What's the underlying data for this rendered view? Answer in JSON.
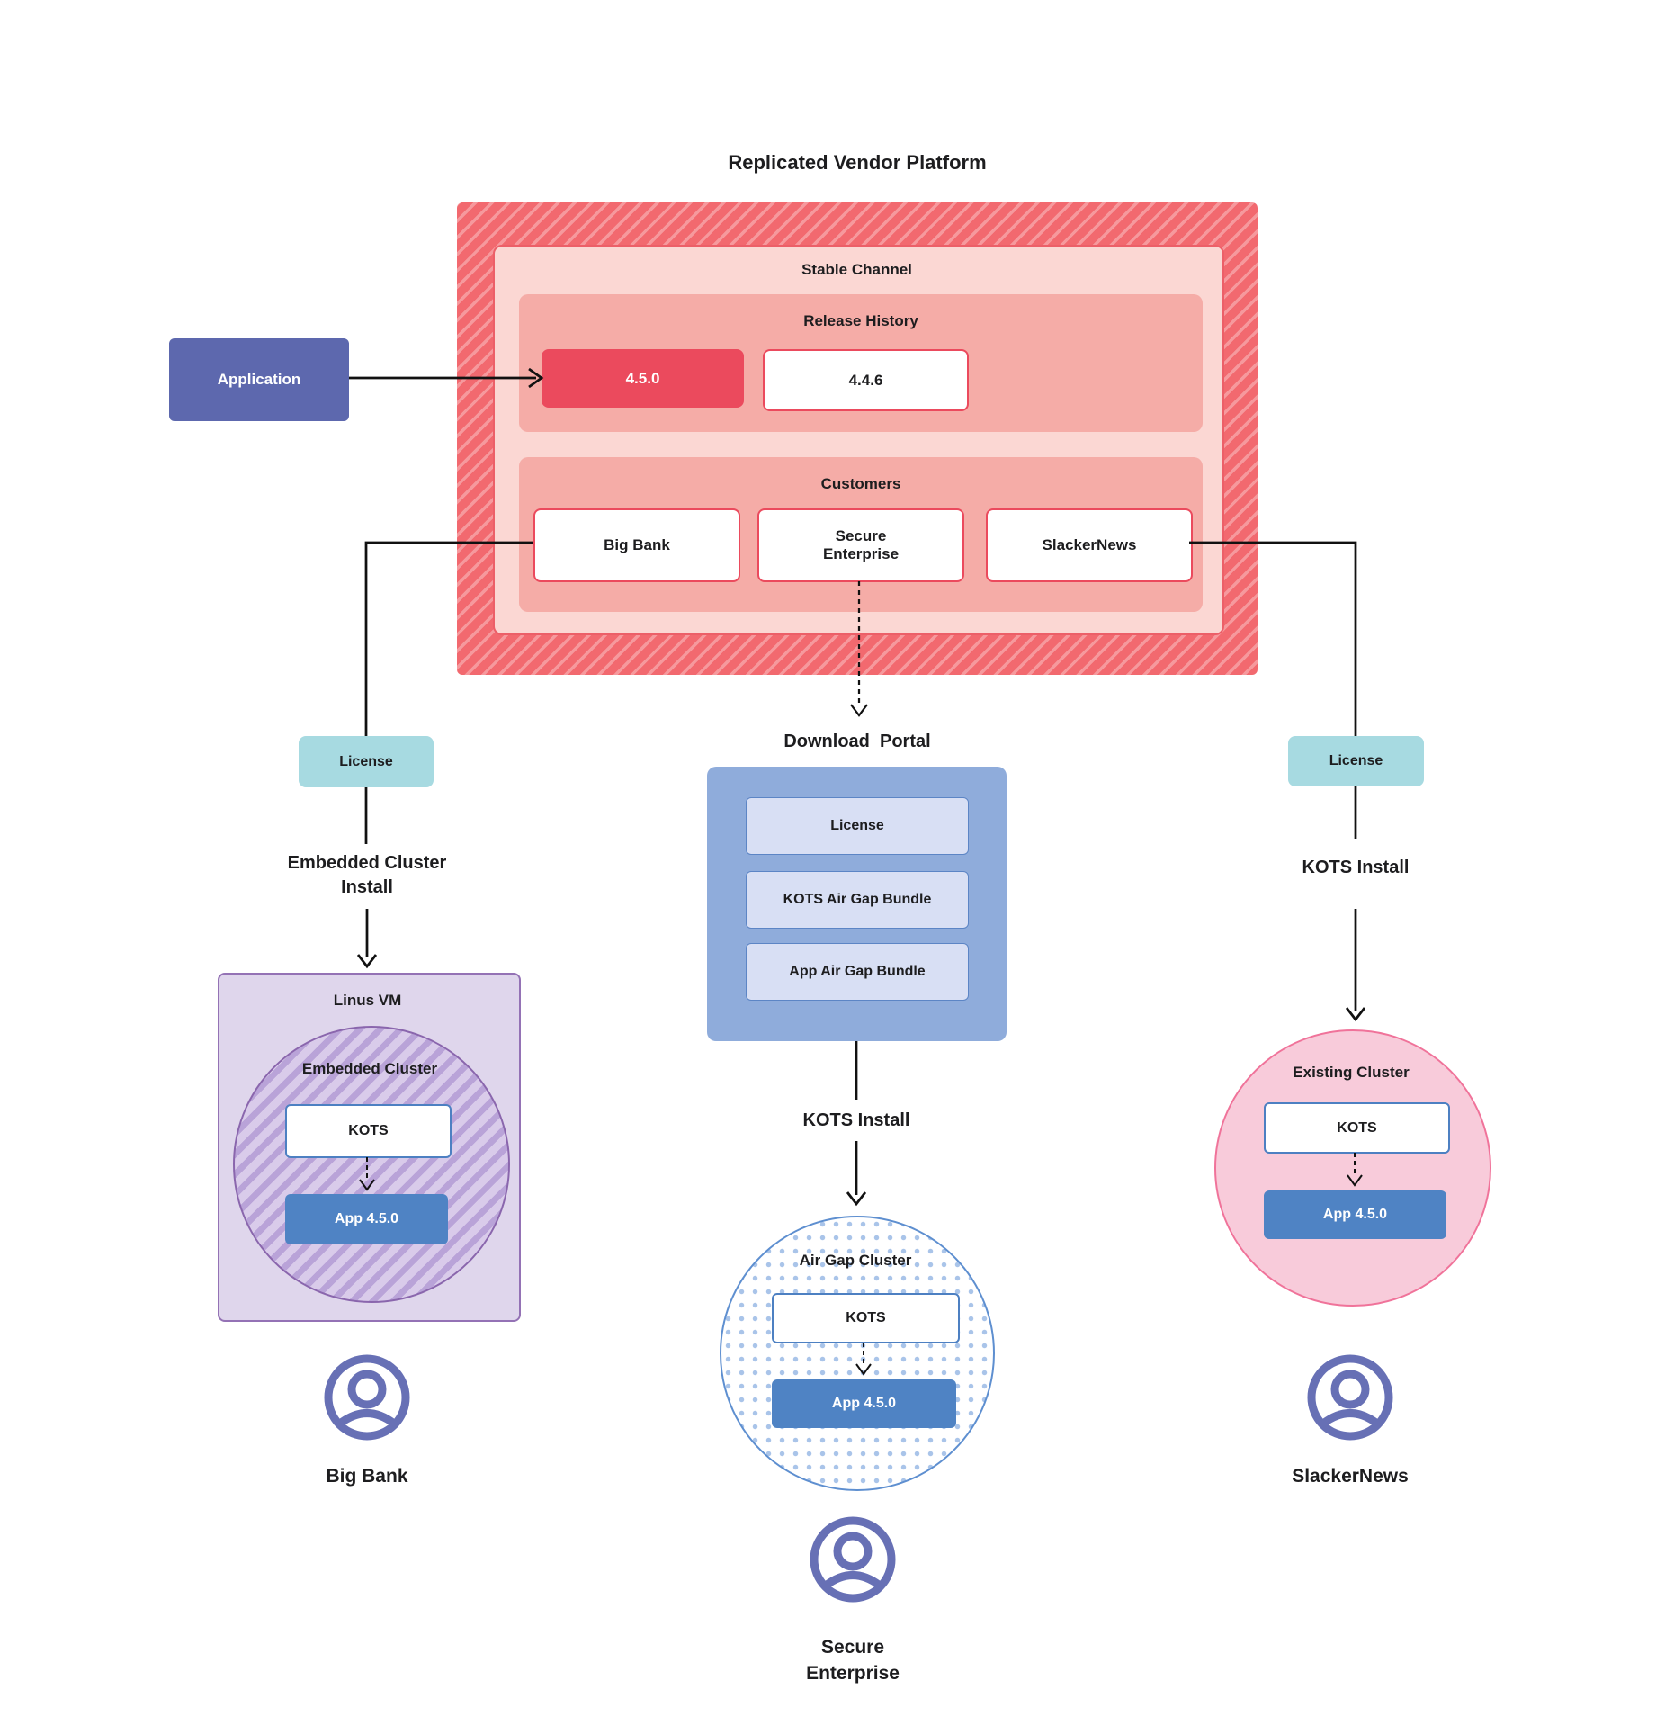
{
  "title": "Replicated Vendor Platform",
  "application": {
    "label": "Application"
  },
  "platform": {
    "stable_channel_label": "Stable Channel",
    "release_history": {
      "label": "Release History",
      "releases": [
        {
          "version": "4.5.0",
          "current": true
        },
        {
          "version": "4.4.6",
          "current": false
        }
      ]
    },
    "customers": {
      "label": "Customers",
      "items": [
        {
          "name": "Big Bank"
        },
        {
          "name": "Secure\nEnterprise"
        },
        {
          "name": "SlackerNews"
        }
      ]
    }
  },
  "flows": {
    "big_bank": {
      "license_label": "License",
      "install_label": "Embedded Cluster\nInstall",
      "vm_label": "Linus VM",
      "cluster_label": "Embedded Cluster",
      "kots_label": "KOTS",
      "app_label": "App 4.5.0",
      "customer_label": "Big Bank"
    },
    "secure_enterprise": {
      "portal_label": "Download  Portal",
      "portal_items": [
        {
          "label": "License"
        },
        {
          "label": "KOTS Air Gap Bundle"
        },
        {
          "label": "App Air Gap Bundle"
        }
      ],
      "install_label": "KOTS Install",
      "cluster_label": "Air Gap Cluster",
      "kots_label": "KOTS",
      "app_label": "App 4.5.0",
      "customer_label": "Secure\nEnterprise"
    },
    "slackernews": {
      "license_label": "License",
      "install_label": "KOTS Install",
      "cluster_label": "Existing Cluster",
      "kots_label": "KOTS",
      "app_label": "App 4.5.0",
      "customer_label": "SlackerNews"
    }
  },
  "icons": {
    "customer_icon": "person-icon"
  },
  "colors": {
    "accent_red": "#eb4a5d",
    "hatch_red": "#f2696f",
    "light_pink": "#fbd7d3",
    "salmon": "#f5aca7",
    "application_purple": "#5d68ae",
    "license_teal": "#a7dae1",
    "portal_blue": "#8facdb",
    "portal_item_lavender": "#d8dff4",
    "app_blue": "#4f83c4",
    "kots_border_blue": "#4d80c2",
    "vm_purple_fill": "#dfd6ec",
    "vm_purple_border": "#9472b5",
    "cluster_hatch_purple": "#b9a3d8",
    "pink_circle_fill": "#f8cbda",
    "pink_circle_border": "#f0739a",
    "airgap_dot_blue": "#a9c4e9",
    "person_icon_purple": "#6770b5",
    "line_black": "#111111"
  }
}
